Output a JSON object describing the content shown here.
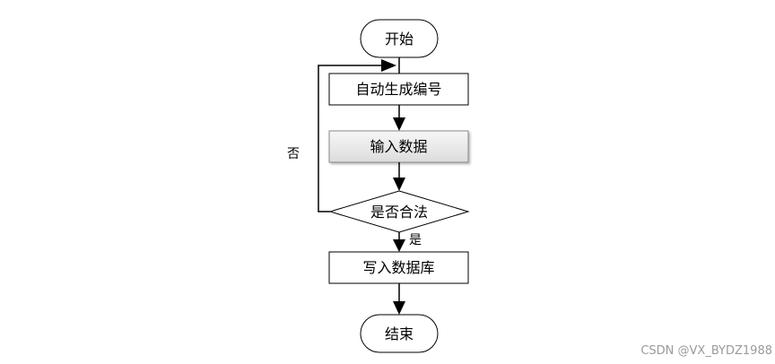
{
  "flowchart": {
    "start": "开始",
    "step_generate": "自动生成编号",
    "step_input": "输入数据",
    "decision": "是否合法",
    "step_write": "写入数据库",
    "end": "结束",
    "label_no": "否",
    "label_yes": "是"
  },
  "watermark": "CSDN @VX_BYDZ1988"
}
